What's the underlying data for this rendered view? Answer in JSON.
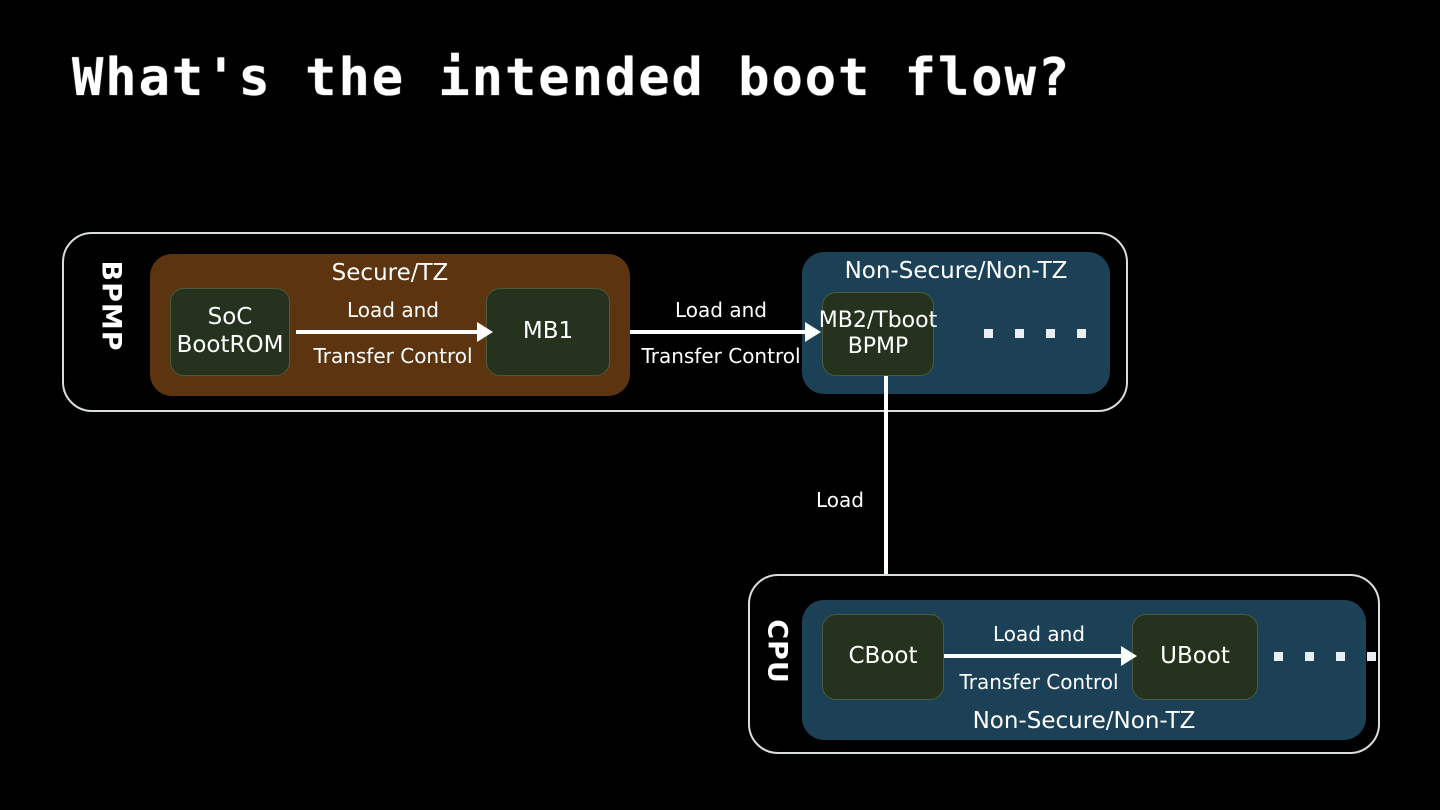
{
  "slide": {
    "title": "What's the intended boot flow?",
    "background_color": "#000000"
  },
  "colors": {
    "secure_zone": "#5c3410",
    "nonsecure_zone": "#1c4156",
    "stage_box": "#25321d",
    "container_border": "#d8dde0",
    "text": "#ffffff"
  },
  "diagram": {
    "containers": [
      {
        "id": "bpmp",
        "side_label": "BPMP",
        "zones": [
          {
            "id": "secure",
            "label": "Secure/TZ",
            "label_position": "top",
            "stages": [
              {
                "id": "bootrom",
                "label": "SoC\nBootROM"
              },
              {
                "id": "mb1",
                "label": "MB1"
              }
            ]
          },
          {
            "id": "bpmp-nonsecure",
            "label": "Non-Secure/Non-TZ",
            "label_position": "top",
            "stages": [
              {
                "id": "mb2",
                "label": "MB2/Tboot\nBPMP"
              }
            ],
            "ellipsis_dots": 4
          }
        ]
      },
      {
        "id": "cpu",
        "side_label": "CPU",
        "zones": [
          {
            "id": "cpu-nonsecure",
            "label": "Non-Secure/Non-TZ",
            "label_position": "bottom",
            "stages": [
              {
                "id": "cboot",
                "label": "CBoot"
              },
              {
                "id": "uboot",
                "label": "UBoot"
              }
            ],
            "ellipsis_dots": 4
          }
        ]
      }
    ],
    "arrows": [
      {
        "id": "bootrom-to-mb1",
        "direction": "right",
        "label_top": "Load and",
        "label_bottom": "Transfer Control"
      },
      {
        "id": "mb1-to-mb2",
        "direction": "right",
        "label_top": "Load and",
        "label_bottom": "Transfer Control"
      },
      {
        "id": "mb2-to-cboot",
        "direction": "down",
        "label": "Load"
      },
      {
        "id": "cboot-to-uboot",
        "direction": "right",
        "label_top": "Load and",
        "label_bottom": "Transfer Control"
      }
    ]
  }
}
